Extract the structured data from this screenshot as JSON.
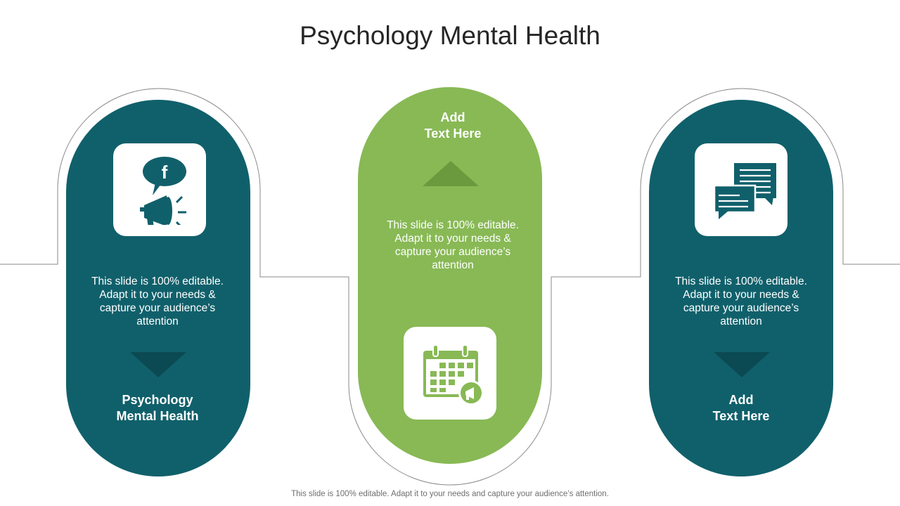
{
  "slide": {
    "title": "Psychology Mental Health",
    "footer": "This slide is 100% editable. Adapt it to your needs and capture your audience’s attention."
  },
  "colors": {
    "teal": "#10606b",
    "green": "#88b955",
    "dark_teal": "#0b4a53",
    "dark_green": "#6b9a3e"
  },
  "cards": [
    {
      "icon": "megaphone-facebook-icon",
      "body": "This slide is 100% editable. Adapt it to your needs & capture your audience’s attention",
      "label_line1": "Psychology",
      "label_line2": "Mental Health"
    },
    {
      "icon": "calendar-megaphone-icon",
      "body": "This slide is 100% editable. Adapt it to your needs & capture your audience’s attention",
      "label_line1": "Add",
      "label_line2": "Text Here"
    },
    {
      "icon": "chat-bubbles-icon",
      "body": "This slide is 100% editable. Adapt it to your needs & capture your audience’s attention",
      "label_line1": "Add",
      "label_line2": "Text Here"
    }
  ]
}
